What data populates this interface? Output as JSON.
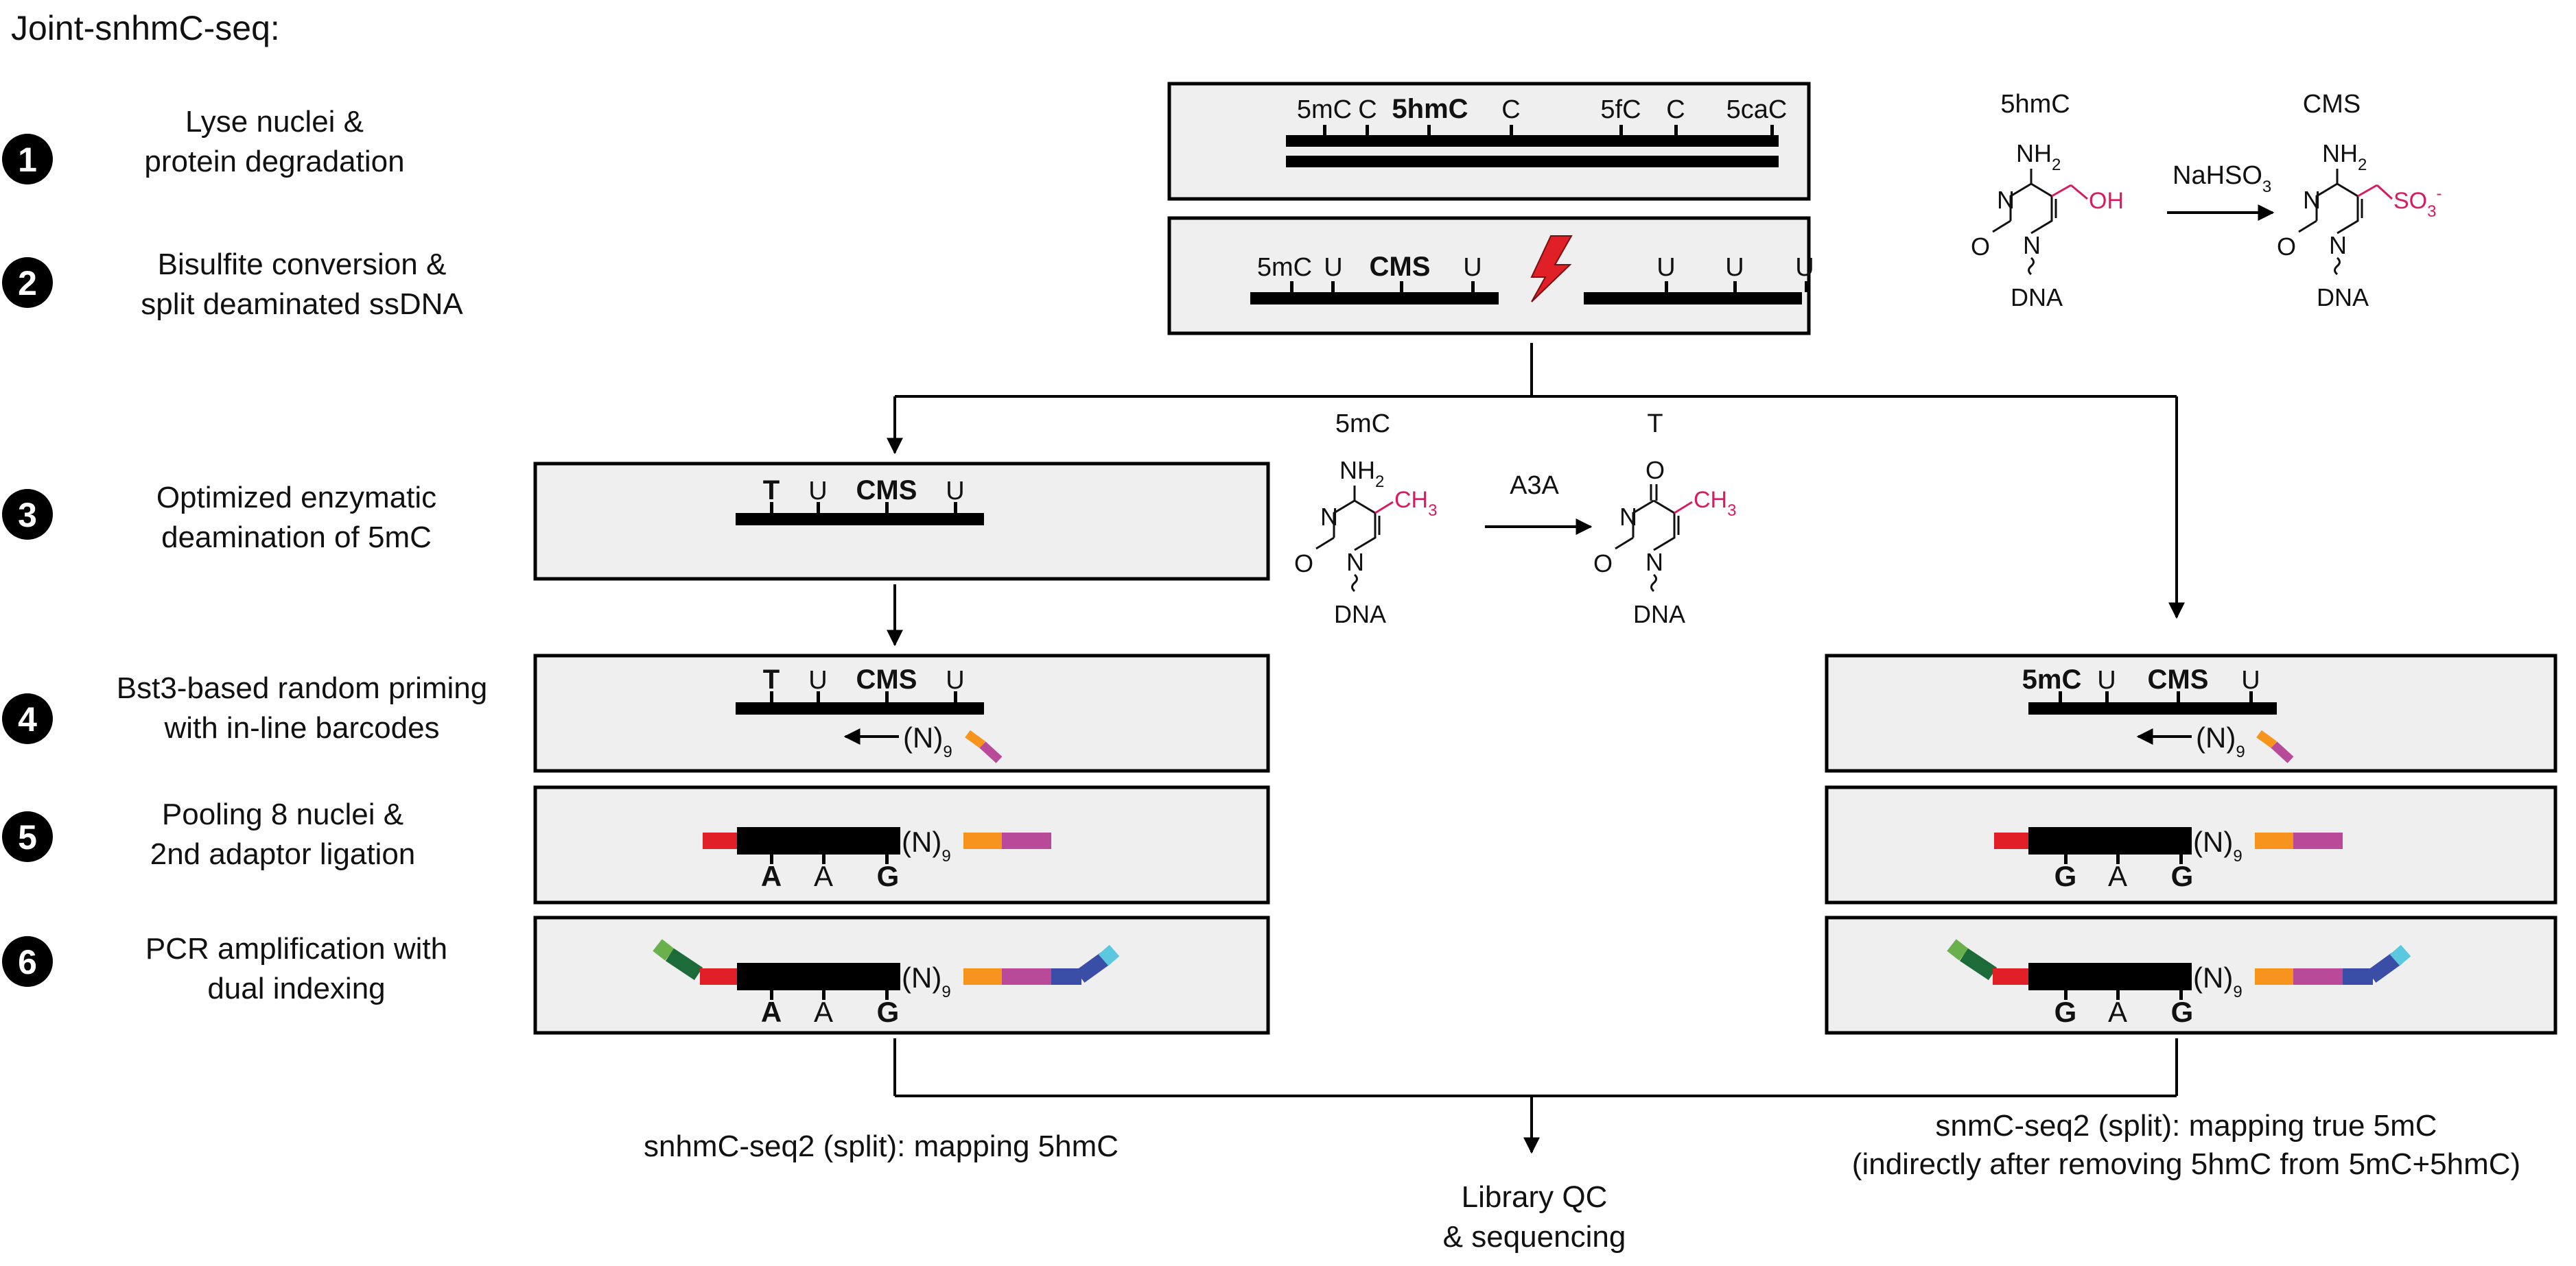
{
  "title": "Joint-snhmC-seq:",
  "steps": [
    {
      "num": "1",
      "lines": [
        "Lyse nuclei &",
        "protein degradation"
      ]
    },
    {
      "num": "2",
      "lines": [
        "Bisulfite conversion &",
        "split deaminated ssDNA"
      ]
    },
    {
      "num": "3",
      "lines": [
        "Optimized enzymatic",
        "deamination of 5mC"
      ]
    },
    {
      "num": "4",
      "lines": [
        "Bst3-based random priming",
        "with in-line barcodes"
      ]
    },
    {
      "num": "5",
      "lines": [
        "Pooling 8 nuclei &",
        "2nd adaptor ligation"
      ]
    },
    {
      "num": "6",
      "lines": [
        "PCR amplification with",
        "dual indexing"
      ]
    }
  ],
  "box1_labels": [
    "5mC",
    "C",
    "5hmC",
    "C",
    "5fC",
    "C",
    "5caC"
  ],
  "box2_left_labels": [
    "5mC",
    "U",
    "CMS",
    "U"
  ],
  "box2_right_labels": [
    "U",
    "U",
    "U"
  ],
  "box3_labels": [
    "T",
    "U",
    "CMS",
    "U"
  ],
  "box4L_labels": [
    "T",
    "U",
    "CMS",
    "U"
  ],
  "box4R_labels": [
    "5mC",
    "U",
    "CMS",
    "U"
  ],
  "primer": {
    "n": "(N)",
    "sub": "9"
  },
  "box5L_bases": [
    "A",
    "A",
    "G"
  ],
  "box5R_bases": [
    "G",
    "A",
    "G"
  ],
  "chem_top": {
    "left_name": "5hmC",
    "right_name": "CMS",
    "reagent": "NaHSO",
    "reagent_sub": "3",
    "left_group": "OH",
    "right_group": "SO",
    "right_group_sub": "3",
    "right_group_sup": "-"
  },
  "chem_mid": {
    "left_name": "5mC",
    "right_name": "T",
    "reagent": "A3A",
    "group": "CH",
    "group_sub": "3"
  },
  "atoms": {
    "n": "N",
    "o": "O",
    "nh": "NH",
    "nh_sub": "2",
    "dna": "DNA"
  },
  "outcome_left": "snhmC-seq2 (split): mapping 5hmC",
  "outcome_right": [
    "snmC-seq2 (split): mapping true 5mC",
    "(indirectly after removing 5hmC from 5mC+5hmC)"
  ],
  "final": [
    "Library QC",
    "& sequencing"
  ],
  "colors": {
    "red": "#e02026",
    "orange": "#f7941d",
    "magenta": "#b94a9a",
    "light_green": "#6ab04c",
    "dark_green": "#1e6b3a",
    "blue": "#3a4ea8",
    "cyan": "#5bc8e0",
    "pink_text": "#d81b60"
  }
}
